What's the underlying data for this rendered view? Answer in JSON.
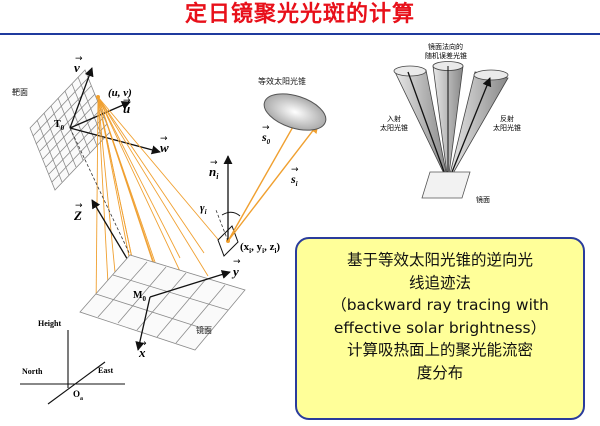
{
  "title": "定日镜聚光光斑的计算",
  "diagram": {
    "target_plane_label": "靶面",
    "effective_sun_cone_label": "等效太阳光锥",
    "mirror_label": "镜面",
    "target_origin_label": "T",
    "target_origin_sub": "0",
    "uv_point_label": "(u, v)",
    "u_axis": "u",
    "v_axis": "v",
    "w_axis": "w",
    "z_axis": "Z",
    "x_axis": "x",
    "y_axis": "y",
    "normal_label": "n",
    "normal_sub": "i",
    "s0_label": "s",
    "s0_sub": "0",
    "si_label": "s",
    "si_sub": "i",
    "angle_label": "γ",
    "angle_sub": "i",
    "point_label": "(x",
    "point_label_sub": "i",
    "point_label_mid": ", y",
    "point_label_mid_sub": "i",
    "point_label_end": ", z",
    "point_label_end_sub": "i",
    "point_label_close": ")",
    "mirror_center_label": "M",
    "mirror_center_sub": "0",
    "height_label": "Height",
    "north_label": "North",
    "east_label": "East",
    "origin_label": "O",
    "origin_sub": "a",
    "inset": {
      "random_error_label_line1": "镜面法向的",
      "random_error_label_line2": "随机误差光锥",
      "incident_label_line1": "入射",
      "incident_label_line2": "太阳光锥",
      "reflected_label_line1": "反射",
      "reflected_label_line2": "太阳光锥",
      "mirror_label": "镜面"
    }
  },
  "note": {
    "line1": "基于等效太阳光锥的逆向光",
    "line2": "线追迹法",
    "line3": "（backward ray tracing with",
    "line4": "effective solar brightness）",
    "line5": "计算吸热面上的聚光能流密",
    "line6": "度分布"
  },
  "colors": {
    "title": "#e8101a",
    "rule": "#1f3a9e",
    "ray": "#f0a030",
    "note_bg": "#ffff99",
    "note_border": "#2a3c9c"
  }
}
